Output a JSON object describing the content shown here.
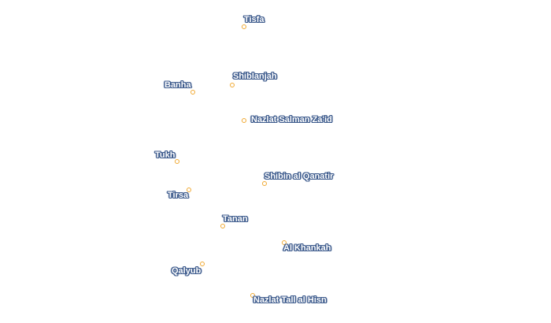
{
  "map": {
    "marker_color": "#f0a830",
    "label_outline_color": "#3c5a8c",
    "label_text_color": "#ffffff",
    "places": [
      {
        "name": "Tisfa"
      },
      {
        "name": "Shiblanjah"
      },
      {
        "name": "Banha"
      },
      {
        "name": "Nazlat Salman Za'id"
      },
      {
        "name": "Tukh"
      },
      {
        "name": "Shibin al Qanatir"
      },
      {
        "name": "Tirsa"
      },
      {
        "name": "Tanan"
      },
      {
        "name": "Al Khankah"
      },
      {
        "name": "Qalyub"
      },
      {
        "name": "Nazlat Tall al Hisn"
      }
    ]
  }
}
